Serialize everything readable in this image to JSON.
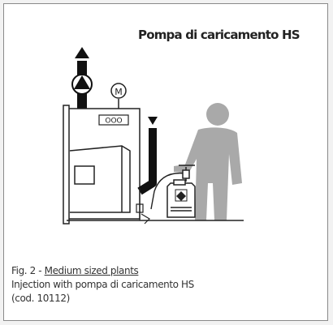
{
  "title": "Pompa di caricamento HS",
  "boiler_panel_label": "OOO",
  "motor_label": "M",
  "caption": {
    "fig": "Fig. 2 - ",
    "fig_link": "Medium sized plants",
    "line2": "Injection with pompa di caricamento HS",
    "line3": "(cod. 10112)"
  },
  "colors": {
    "frame_border": "#8a8a8a",
    "person": "#a9a9a9",
    "pipe": "#111111",
    "line": "#222222"
  }
}
